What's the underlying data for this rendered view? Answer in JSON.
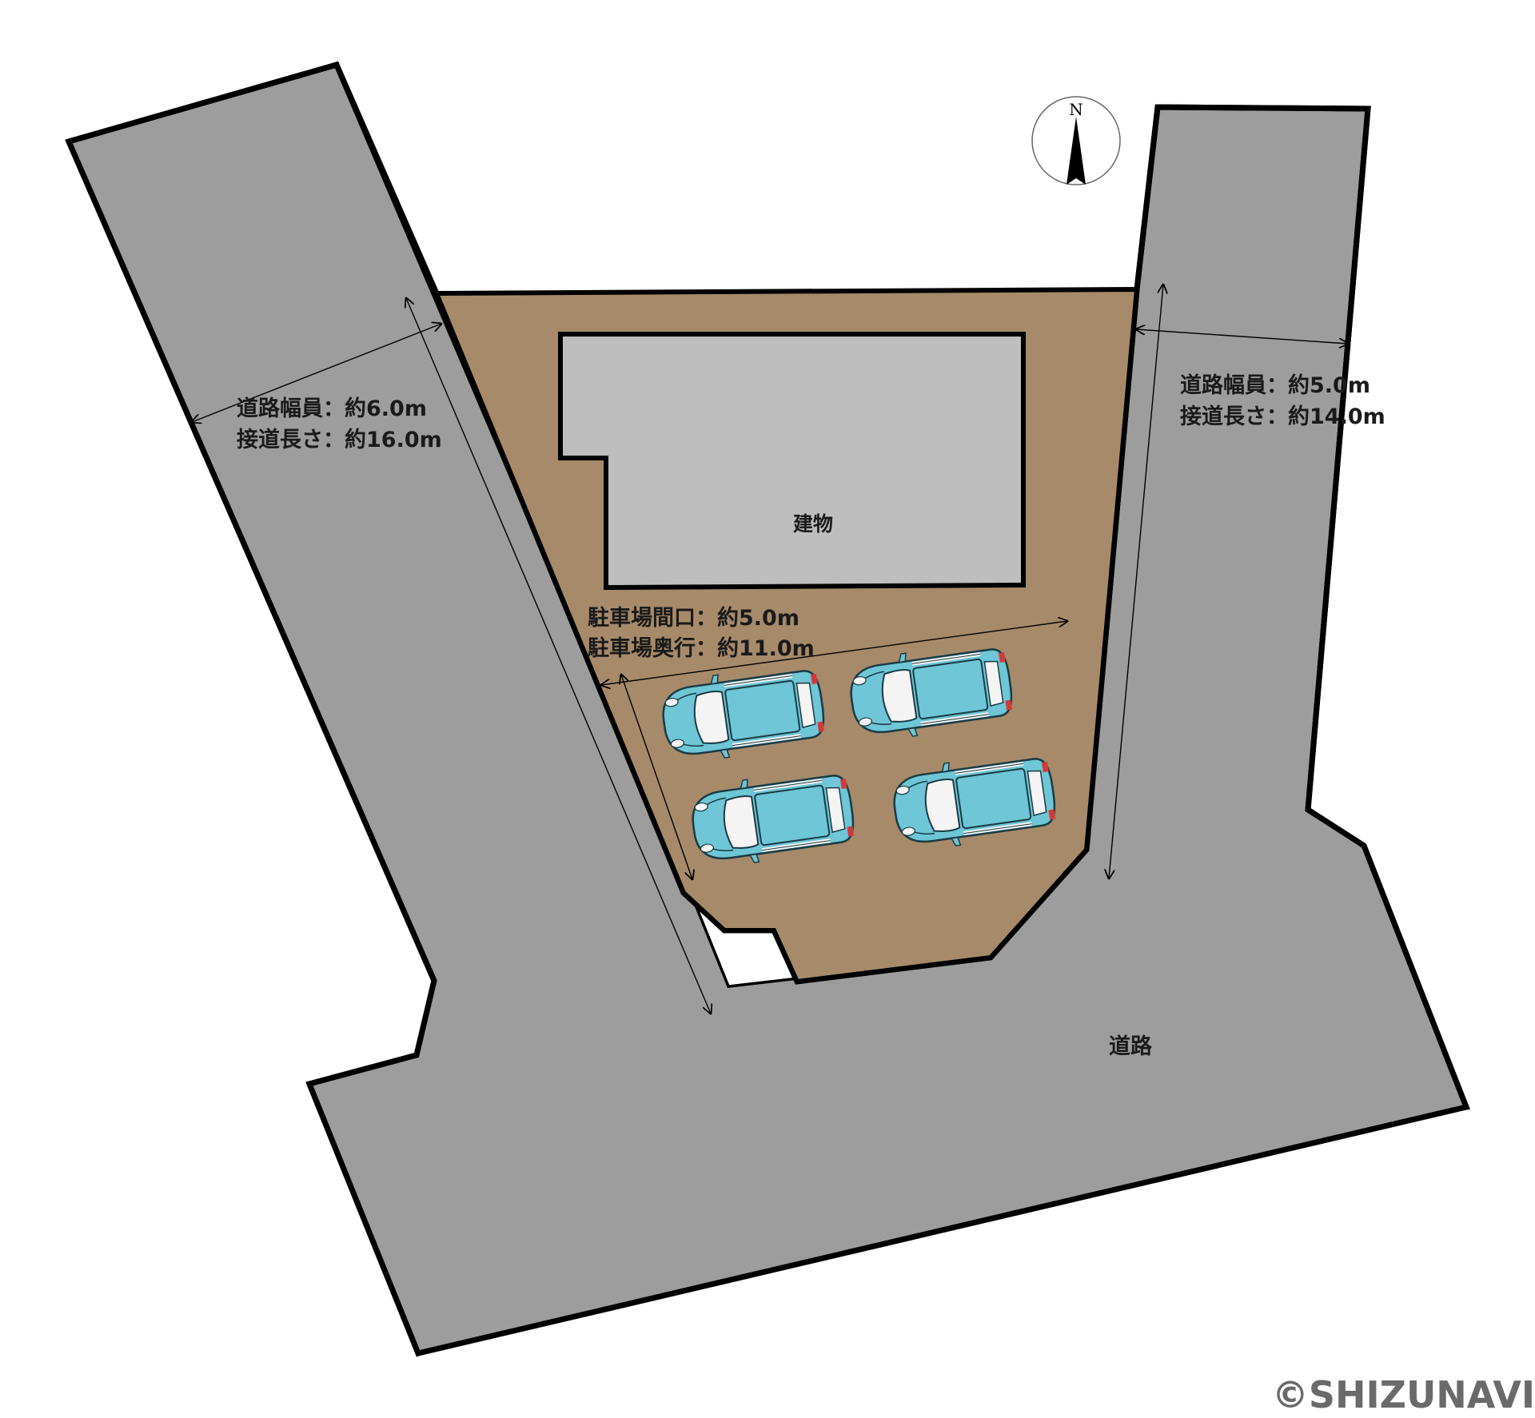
{
  "left_road": {
    "width_label": "道路幅員：約6.0m",
    "frontage_label": "接道長さ：約16.0m"
  },
  "right_road": {
    "width_label": "道路幅員：約5.0m",
    "frontage_label": "接道長さ：約14.0m"
  },
  "building": {
    "label": "建物"
  },
  "parking": {
    "frontage_label": "駐車場間口：約5.0m",
    "depth_label": "駐車場奥行：約11.0m",
    "car_count": 4
  },
  "bottom_road": {
    "label": "道路"
  },
  "compass": {
    "label": "N"
  },
  "copyright": "©SHIZUNAVI",
  "colors": {
    "road": "#9d9d9d",
    "lot": "#a68a6a",
    "building": "#bebebe",
    "car": "#6ec6d6",
    "outline": "#000000"
  }
}
